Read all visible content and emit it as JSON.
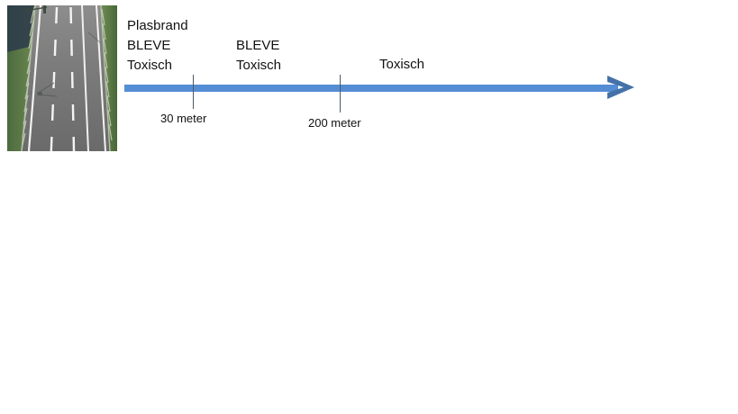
{
  "figure": {
    "type": "annotated-timeline",
    "title": "",
    "axis": {
      "orientation": "horizontal",
      "direction": "left-to-right",
      "color": "#548dd4",
      "arrow_end": "right",
      "arrow_icon": "arrow-right-icon"
    },
    "photo": {
      "alt_name": "motorway-aerial-photo",
      "description": "Aerial view of a multi-lane motorway with guardrails and grass verges"
    },
    "ticks": [
      {
        "id": "tick-30m",
        "label": "30 meter",
        "value": 30,
        "unit": "meter"
      },
      {
        "id": "tick-200m",
        "label": "200 meter",
        "value": 200,
        "unit": "meter"
      }
    ],
    "zones": [
      {
        "id": "zone-0-30",
        "range": "0-30 meter",
        "hazards": [
          "Plasbrand",
          "BLEVE",
          "Toxisch"
        ]
      },
      {
        "id": "zone-30-200",
        "range": "30-200 meter",
        "hazards": [
          "BLEVE",
          "Toxisch"
        ]
      },
      {
        "id": "zone-200-plus",
        "range": "200+ meter",
        "hazards": [
          "Toxisch"
        ]
      }
    ]
  },
  "colors": {
    "axis_blue": "#548dd4",
    "arrow_blue": "#4472a8",
    "tick_gray": "#4c5a66",
    "text": "#111111",
    "background": "#ffffff"
  }
}
